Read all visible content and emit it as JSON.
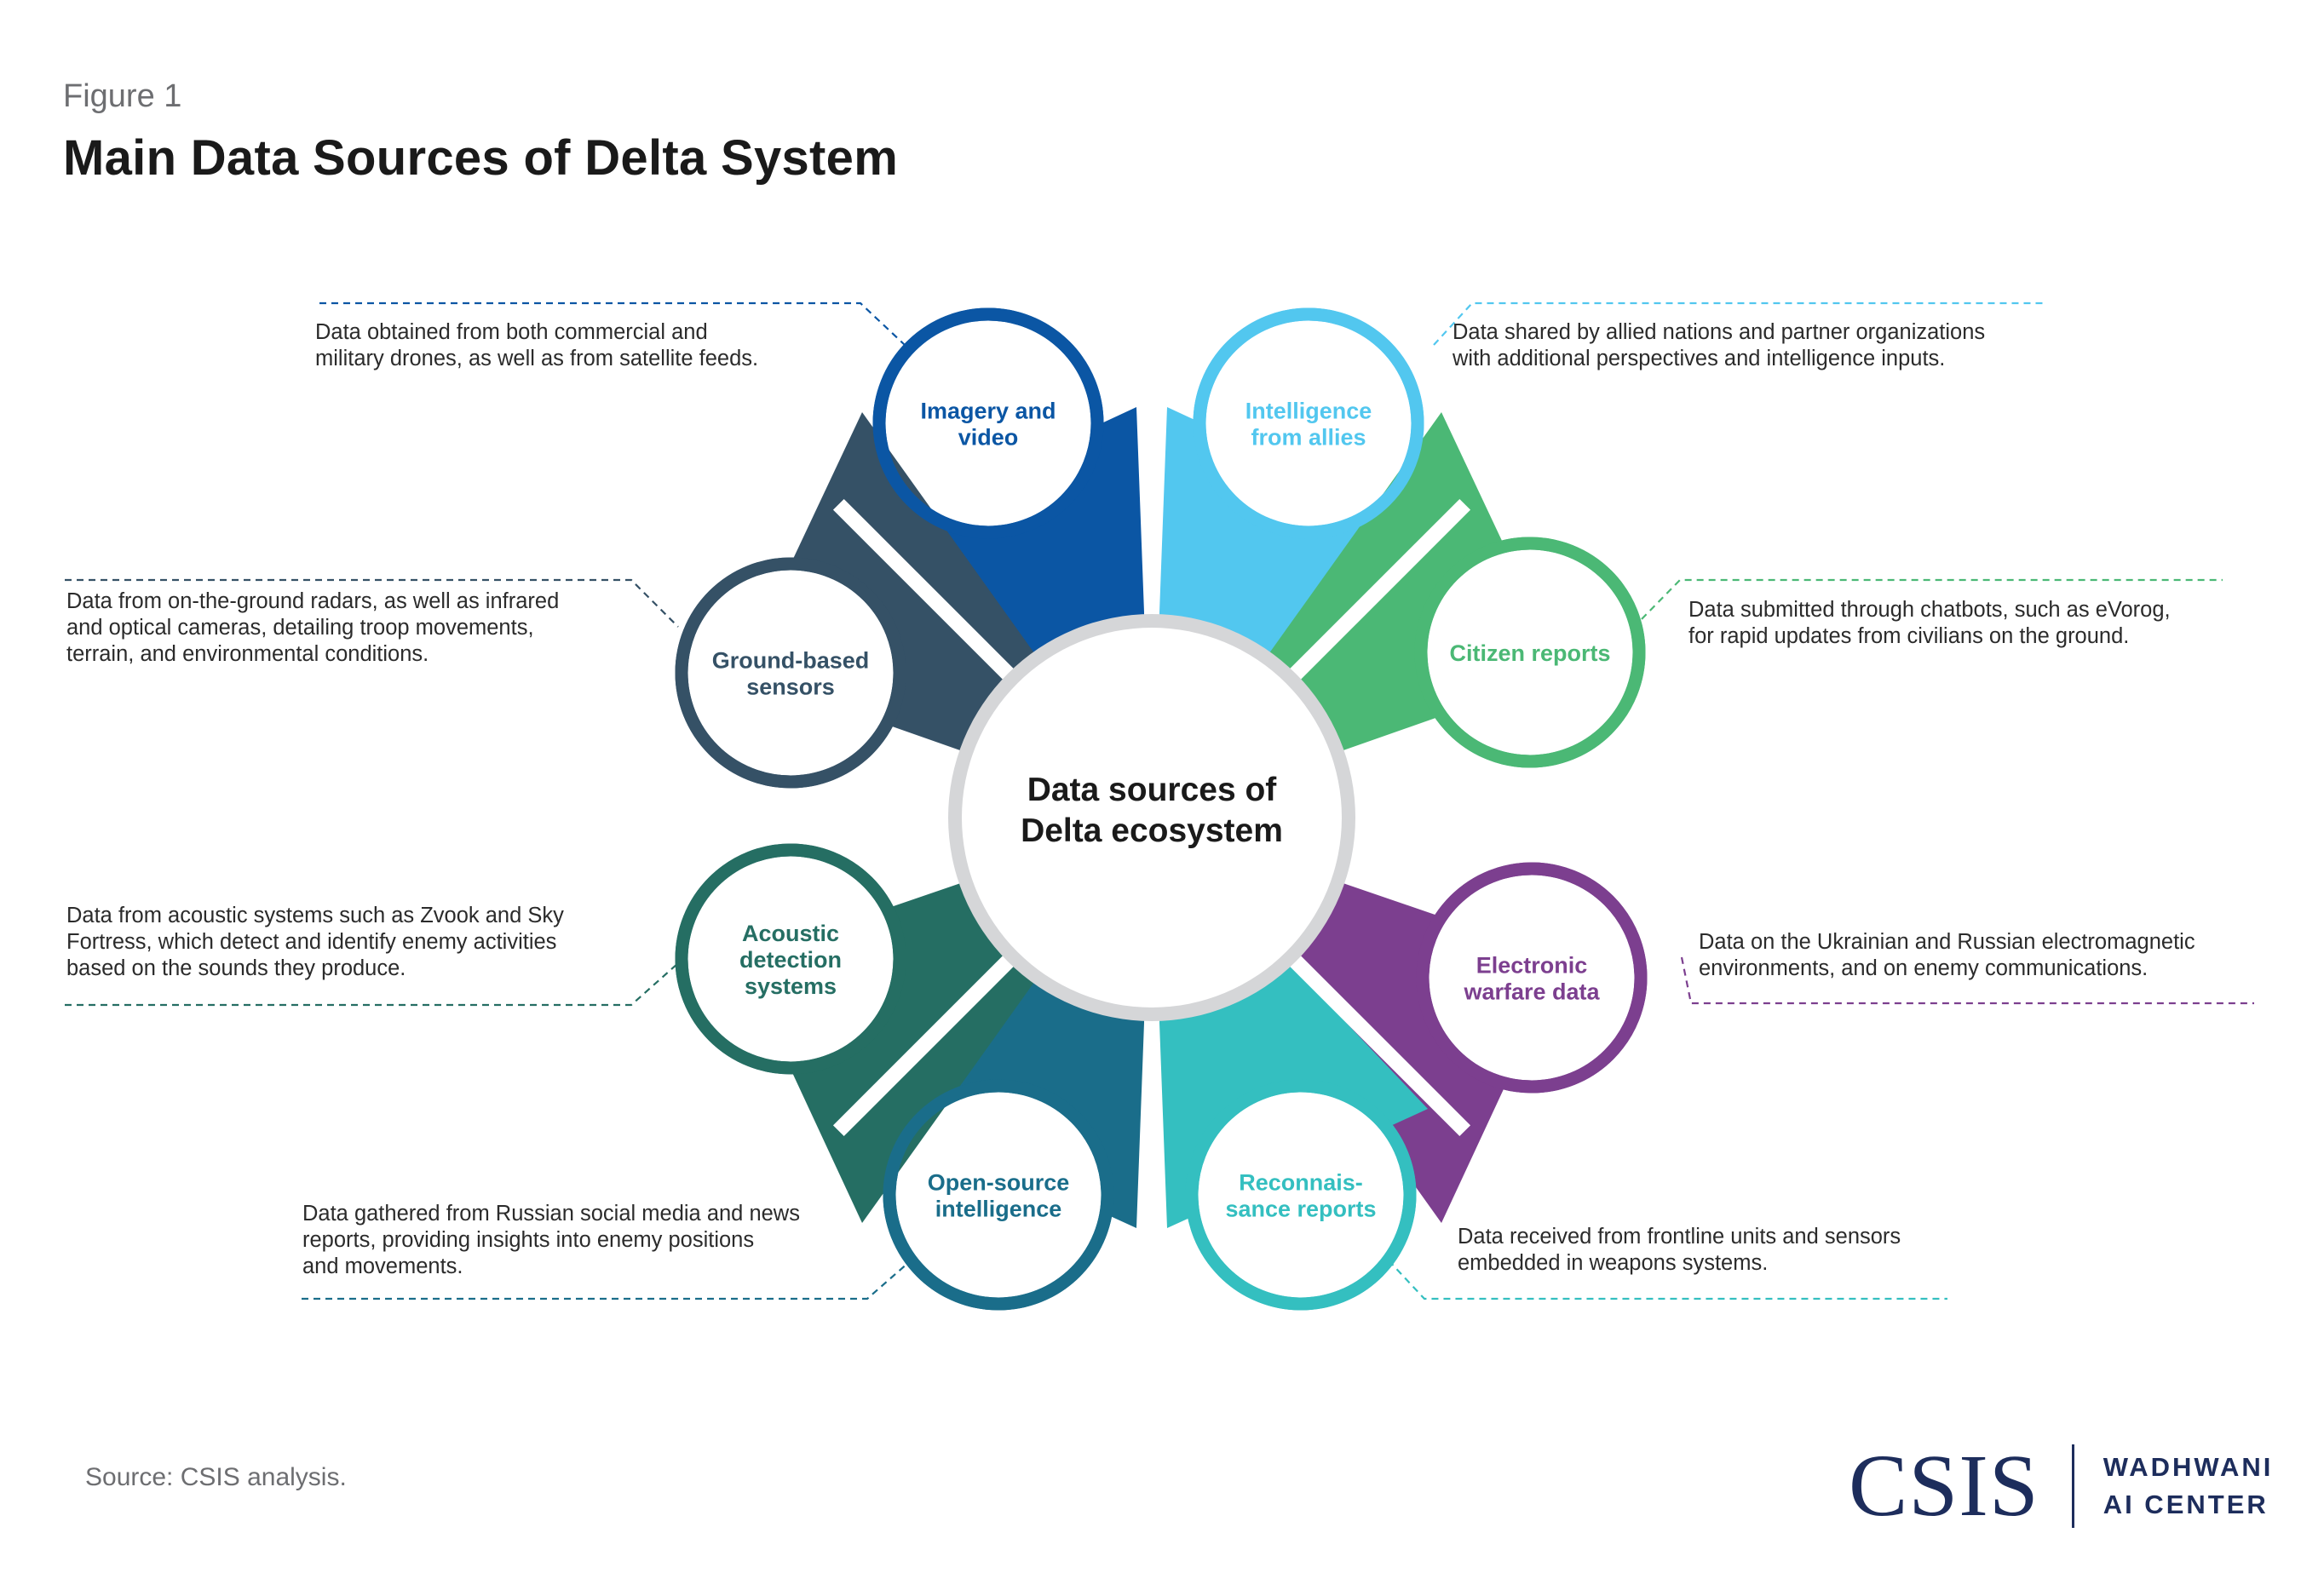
{
  "figure_label": "Figure 1",
  "title": "Main Data Sources of Delta System",
  "center": {
    "lines": [
      "Data sources of",
      "Delta ecosystem"
    ]
  },
  "sources": [
    {
      "id": "imagery",
      "lines": [
        "Imagery and",
        "video"
      ],
      "color": "#0b56a4",
      "desc": [
        "Data obtained from both commercial and",
        "military drones, as well as from satellite feeds."
      ]
    },
    {
      "id": "allies",
      "lines": [
        "Intelligence",
        "from allies"
      ],
      "color": "#52c7ef",
      "desc": [
        "Data shared by allied nations and partner organizations",
        "with additional perspectives and intelligence inputs."
      ]
    },
    {
      "id": "citizen",
      "lines": [
        "Citizen reports"
      ],
      "color": "#4bb875",
      "desc": [
        "Data submitted through chatbots, such as eVorog,",
        "for rapid updates from civilians on the ground."
      ]
    },
    {
      "id": "electronic",
      "lines": [
        "Electronic",
        "warfare data"
      ],
      "color": "#7c3f8f",
      "desc": [
        "Data on the Ukrainian and Russian electromagnetic",
        "environments, and on enemy communications."
      ]
    },
    {
      "id": "recon",
      "lines": [
        "Reconnais-",
        "sance reports"
      ],
      "color": "#34bfc0",
      "desc": [
        "Data received from frontline units and sensors",
        "embedded in weapons systems."
      ]
    },
    {
      "id": "osint",
      "lines": [
        "Open-source",
        "intelligence"
      ],
      "color": "#1a6d8a",
      "desc": [
        "Data gathered from Russian social media and news",
        "reports, providing insights into enemy positions",
        "and movements."
      ]
    },
    {
      "id": "acoustic",
      "lines": [
        "Acoustic",
        "detection",
        "systems"
      ],
      "color": "#256e63",
      "desc": [
        "Data from acoustic systems such as Zvook and Sky",
        "Fortress, which detect and identify enemy activities",
        "based on the sounds they produce."
      ]
    },
    {
      "id": "ground",
      "lines": [
        "Ground-based",
        "sensors"
      ],
      "color": "#355166",
      "desc": [
        "Data from on-the-ground radars, as well as infrared",
        "and optical cameras, detailing troop movements,",
        "terrain, and environmental conditions."
      ]
    }
  ],
  "source_note": "Source: CSIS analysis.",
  "logo": {
    "name": "CSIS",
    "sub1": "WADHWANI",
    "sub2": "AI CENTER"
  }
}
